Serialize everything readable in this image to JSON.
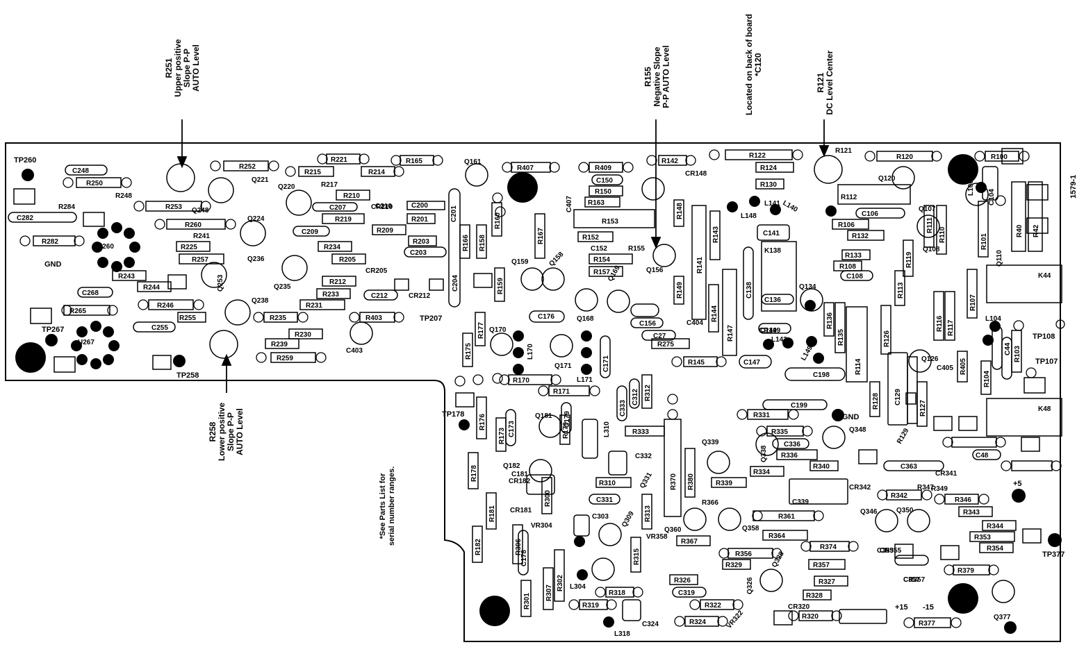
{
  "figure_number": "1579-1",
  "callouts": {
    "r251": {
      "ref": "R251",
      "lines": [
        "Upper positive",
        "Slope P-P",
        "AUTO Level"
      ]
    },
    "r258": {
      "ref": "R258",
      "lines": [
        "Lower positive",
        "Slope P-P",
        "AUTO Level"
      ]
    },
    "r155": {
      "ref": "R155",
      "lines": [
        "Negative Slope",
        "P-P AUTO Level"
      ]
    },
    "c120": {
      "lines": [
        "Located on back of board",
        "*C120"
      ]
    },
    "r121": {
      "ref": "R121",
      "lines": [
        "DC Level Center"
      ]
    },
    "note": {
      "lines": [
        "*See Parts List for",
        "serial number ranges."
      ]
    }
  },
  "test_points": [
    "TP260",
    "TP267",
    "TP258",
    "TP207",
    "TP178",
    "TP108",
    "TP107",
    "TP377"
  ],
  "power_labels": [
    "GND",
    "GND",
    "+5",
    "+15",
    "-15"
  ],
  "resistors": [
    "R221",
    "R165",
    "R214",
    "R215",
    "R252",
    "R210",
    "R217",
    "R250",
    "R248",
    "R253",
    "R284",
    "R219",
    "R201",
    "R209",
    "R260",
    "R241",
    "R282",
    "R203",
    "R225",
    "R234",
    "R257",
    "R205",
    "R243",
    "R244",
    "R212",
    "R233",
    "R246",
    "R231",
    "R255",
    "R235",
    "R230",
    "R239",
    "R259",
    "R265",
    "R403",
    "R407",
    "R409",
    "R142",
    "R122",
    "R121",
    "R120",
    "R100",
    "R124",
    "R150",
    "R163",
    "R130",
    "R112",
    "R167",
    "R153",
    "R148",
    "R143",
    "R106",
    "R132",
    "R111",
    "R110",
    "R101",
    "R40",
    "R42",
    "R152",
    "R155",
    "R154",
    "R157",
    "R141",
    "R133",
    "R108",
    "R119",
    "R166",
    "R158",
    "R160",
    "R159",
    "R149",
    "R144",
    "R147",
    "R136",
    "R135",
    "R113",
    "R116",
    "R117",
    "R107",
    "R177",
    "R175",
    "R170",
    "R171",
    "R176",
    "R173",
    "R179",
    "R178",
    "R181",
    "R182",
    "R145",
    "R275",
    "R114",
    "R126",
    "R128",
    "R127",
    "R103",
    "R405",
    "R104",
    "R312",
    "R333",
    "R310",
    "R313",
    "R300",
    "R306",
    "R307",
    "R301",
    "R302",
    "R318",
    "R319",
    "R315",
    "R331",
    "R335",
    "R336",
    "R334",
    "R339",
    "R340",
    "R370",
    "R380",
    "R366",
    "R361",
    "R367",
    "R364",
    "R356",
    "R374",
    "R357",
    "R329",
    "R326",
    "R327",
    "R328",
    "R322",
    "R324",
    "R320",
    "R347",
    "R349",
    "R342",
    "R346",
    "R343",
    "R344",
    "R353",
    "R354",
    "R379",
    "R377",
    "R129"
  ],
  "capacitors": [
    "C248",
    "C282",
    "C207",
    "C200",
    "C210",
    "C209",
    "C203",
    "C212",
    "C268",
    "C255",
    "C403",
    "C407",
    "C150",
    "C152",
    "C106",
    "C104",
    "C141",
    "C138",
    "C136",
    "C108",
    "C198",
    "C147",
    "C149",
    "C404",
    "C405",
    "C176",
    "C156",
    "C27",
    "C201",
    "C204",
    "C173",
    "C179",
    "C171",
    "C333",
    "C312",
    "C332",
    "C331",
    "C303",
    "C199",
    "C336",
    "C363",
    "C339",
    "C178",
    "C319",
    "C324",
    "C355",
    "C357",
    "C129",
    "C44",
    "C48",
    "C181"
  ],
  "transistors": [
    "Q161",
    "Q221",
    "Q220",
    "Q224",
    "Q236",
    "Q253",
    "Q235",
    "Q238",
    "Q248",
    "Q120",
    "Q107",
    "Q108",
    "Q110",
    "Q134",
    "Q159",
    "Q158",
    "Q156",
    "Q168",
    "Q169",
    "Q170",
    "Q171",
    "Q126",
    "Q181",
    "Q182",
    "Q339",
    "Q338",
    "Q331",
    "Q309",
    "Q348",
    "Q360",
    "Q358",
    "Q326",
    "Q328",
    "Q346",
    "Q350",
    "Q377"
  ],
  "inductors": [
    "L141",
    "L140",
    "L148",
    "L142",
    "L149",
    "L170",
    "L171",
    "L310",
    "L304",
    "L318",
    "L104",
    "L106"
  ],
  "diodes": [
    "CR148",
    "CR149",
    "CR205",
    "CR210",
    "CR212",
    "CR181",
    "CR182",
    "CR320",
    "CR342",
    "CR341",
    "CR355",
    "CR357"
  ],
  "regulators": [
    "VR304",
    "VR358",
    "VR322"
  ],
  "ics": [
    "U260",
    "U267",
    "K138",
    "K44",
    "K48"
  ]
}
